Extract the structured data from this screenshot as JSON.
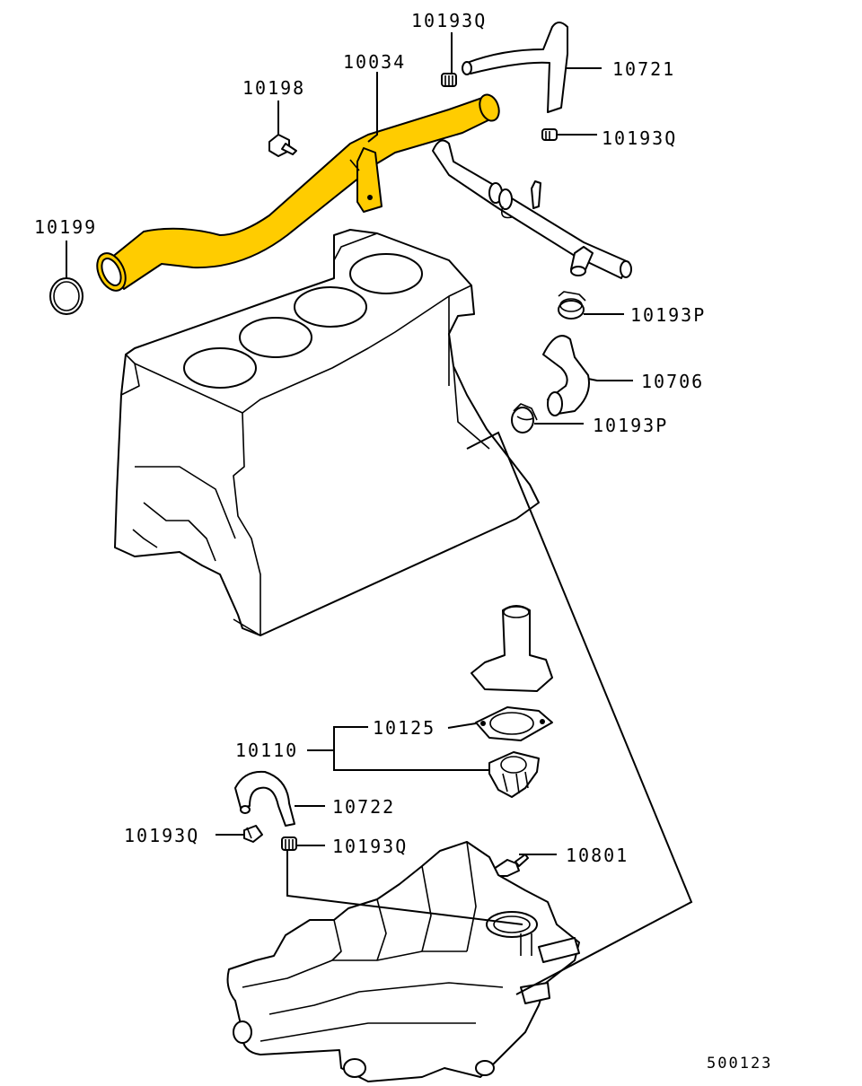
{
  "diagram": {
    "highlight_color": "#ffcc00",
    "reference_number": "500123",
    "labels": {
      "p10193q_top": "10193Q",
      "p10034": "10034",
      "p10721": "10721",
      "p10198": "10198",
      "p10193q_right": "10193Q",
      "p10199": "10199",
      "p10193p_upper": "10193P",
      "p10706": "10706",
      "p10193p_lower": "10193P",
      "p10125": "10125",
      "p10110": "10110",
      "p10722": "10722",
      "p10193q_left": "10193Q",
      "p10193q_mid": "10193Q",
      "p10801": "10801"
    }
  }
}
